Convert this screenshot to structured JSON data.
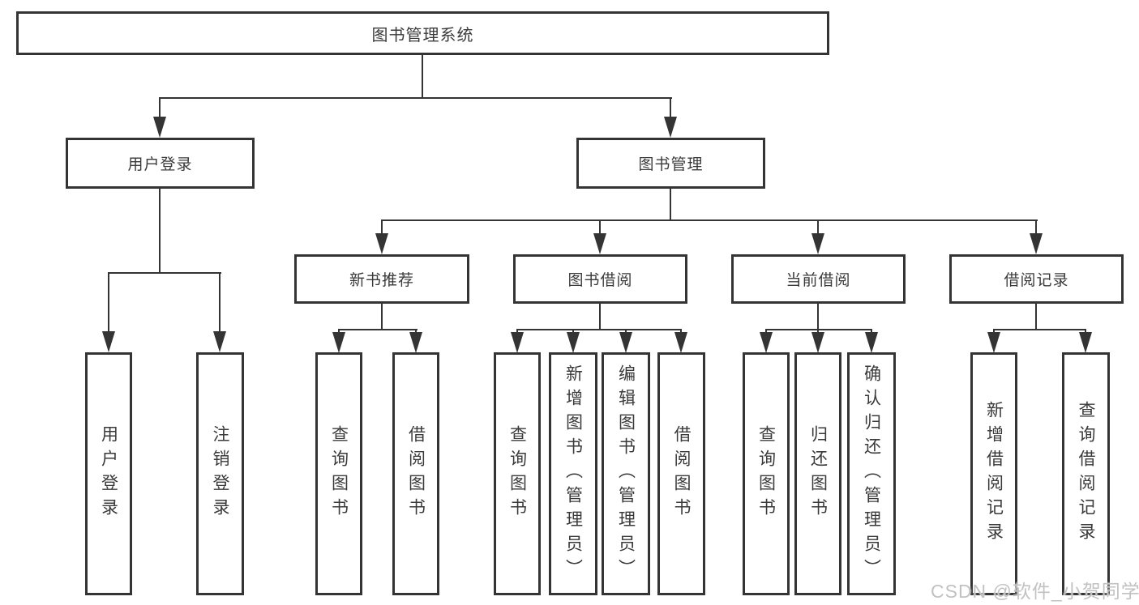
{
  "tree": {
    "root": "图书管理系统",
    "branches": [
      {
        "label": "用户登录"
      },
      {
        "label": "图书管理"
      }
    ],
    "modules": [
      {
        "label": "新书推荐"
      },
      {
        "label": "图书借阅"
      },
      {
        "label": "当前借阅"
      },
      {
        "label": "借阅记录"
      }
    ],
    "leaves": {
      "user": [
        "用户登录",
        "注销登录"
      ],
      "recommend": [
        "查询图书",
        "借阅图书"
      ],
      "borrow": [
        "查询图书",
        "新增图书（管理员）",
        "编辑图书（管理员）",
        "借阅图书"
      ],
      "current": [
        "查询图书",
        "归还图书",
        "确认归还（管理员）"
      ],
      "records": [
        "新增借阅记录",
        "查询借阅记录"
      ]
    }
  },
  "watermark": "CSDN @软件_小贺同学",
  "colors": {
    "line": "#343434",
    "box_border": "#343434",
    "text": "#3a3a3a",
    "watermark": "#c2c2c2",
    "background": "#ffffff"
  }
}
